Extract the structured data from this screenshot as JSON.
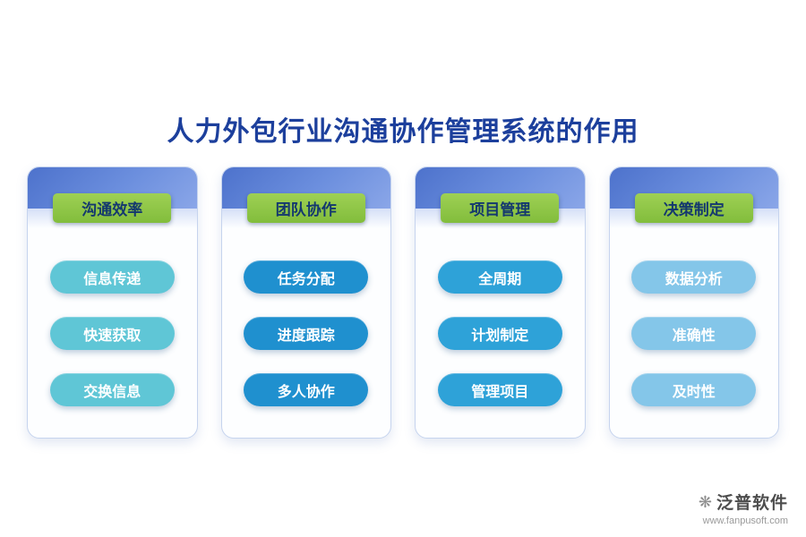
{
  "page": {
    "title": "人力外包行业沟通协作管理系统的作用"
  },
  "columns": [
    {
      "header": "沟通效率",
      "items": [
        "信息传递",
        "快速获取",
        "交换信息"
      ],
      "pill_color": "#5fc6d6"
    },
    {
      "header": "团队协作",
      "items": [
        "任务分配",
        "进度跟踪",
        "多人协作"
      ],
      "pill_color": "#1f90cf"
    },
    {
      "header": "项目管理",
      "items": [
        "全周期",
        "计划制定",
        "管理项目"
      ],
      "pill_color": "#2ea2d8"
    },
    {
      "header": "决策制定",
      "items": [
        "数据分析",
        "准确性",
        "及时性"
      ],
      "pill_color": "#84c6e9"
    }
  ],
  "footer": {
    "brand": "泛普软件",
    "url": "www.fanpusoft.com",
    "logo_icon": "❋"
  },
  "colors": {
    "title_text": "#1c3f9c",
    "card_header_band": "#5d82d6",
    "badge_green": "#8cc63e",
    "badge_text": "#14386e",
    "card_border": "#c6d4ee"
  }
}
